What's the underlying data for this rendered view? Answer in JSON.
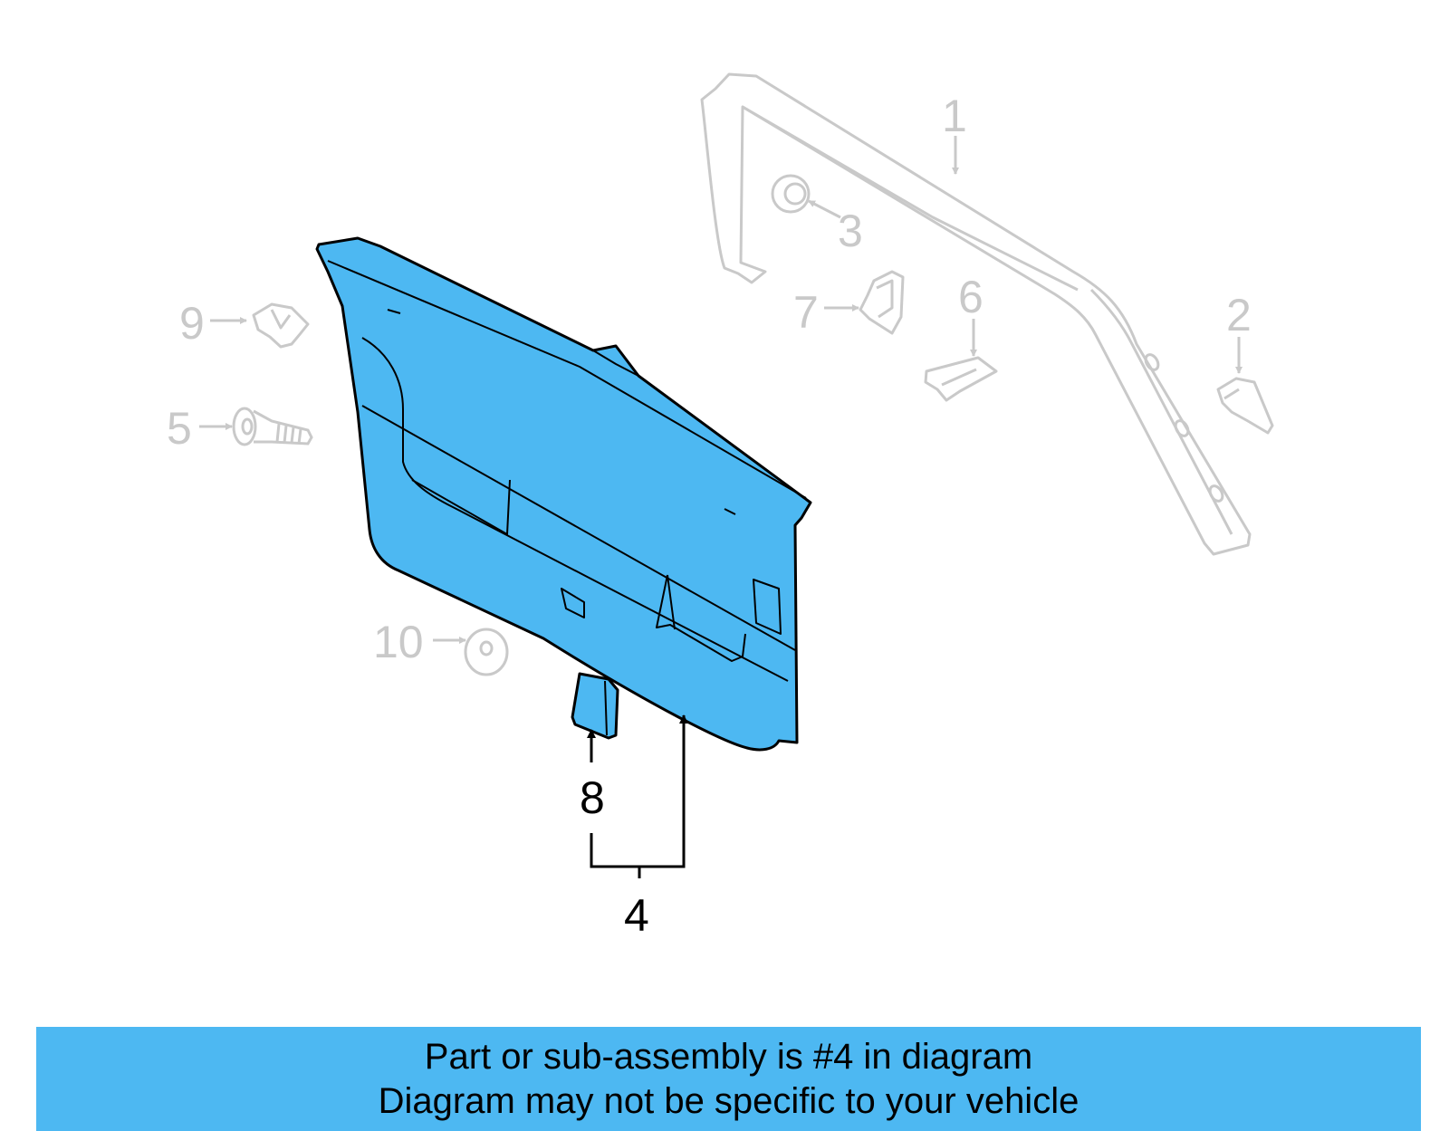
{
  "colors": {
    "highlight_fill": "#4db8f2",
    "inactive_stroke": "#c9c9c9",
    "active_stroke": "#000000",
    "banner_background": "#4db8f2"
  },
  "callouts": {
    "c1": "1",
    "c2": "2",
    "c3": "3",
    "c4": "4",
    "c5": "5",
    "c6": "6",
    "c7": "7",
    "c8": "8",
    "c9": "9",
    "c10": "10"
  },
  "banner": {
    "line1": "Part or sub-assembly is #4 in diagram",
    "line2": "Diagram may not be specific to your vehicle"
  }
}
